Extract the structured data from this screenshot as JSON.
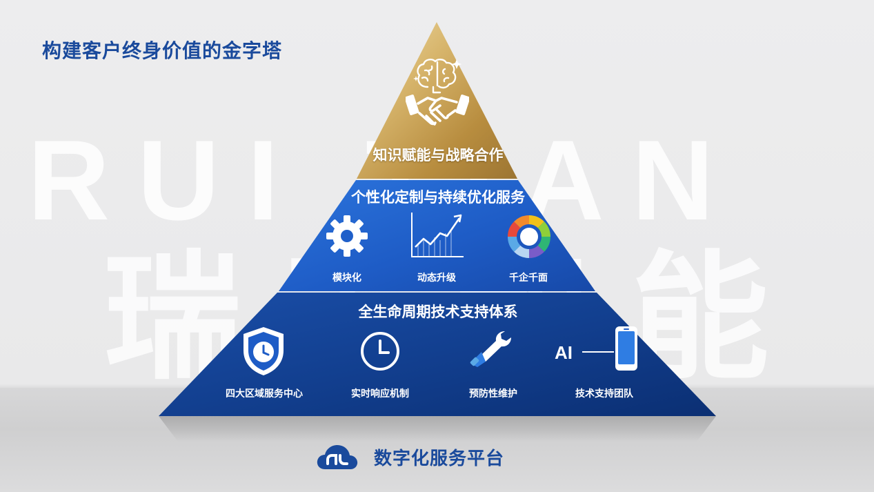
{
  "page": {
    "title": "构建客户终身价值的金字塔"
  },
  "watermark": {
    "latin": "RUI TIAN",
    "chinese": "瑞天智能"
  },
  "pyramid": {
    "top": {
      "label": "知识赋能与战略合作",
      "icons": [
        "brain-icon",
        "handshake-icon"
      ],
      "color": "#c9a559"
    },
    "middle": {
      "label": "个性化定制与持续优化服务",
      "color": "#1f5fc9",
      "items": [
        {
          "label": "模块化",
          "icon": "gear-icon"
        },
        {
          "label": "动态升级",
          "icon": "growth-chart-icon"
        },
        {
          "label": "千企千面",
          "icon": "color-wheel-icon"
        }
      ]
    },
    "base": {
      "label": "全生命周期技术支持体系",
      "color": "#0f3d8c",
      "items": [
        {
          "label": "四大区域服务中心",
          "icon": "shield-clock-icon"
        },
        {
          "label": "实时响应机制",
          "icon": "clock-icon"
        },
        {
          "label": "预防性维护",
          "icon": "wrench-icon"
        },
        {
          "label": "技术支持团队",
          "icon": "ai-phone-icon",
          "icon_text": "AI"
        }
      ]
    }
  },
  "platform": {
    "label": "数字化服务平台",
    "icon": "cloud-icon",
    "color": "#1a4a9c"
  }
}
